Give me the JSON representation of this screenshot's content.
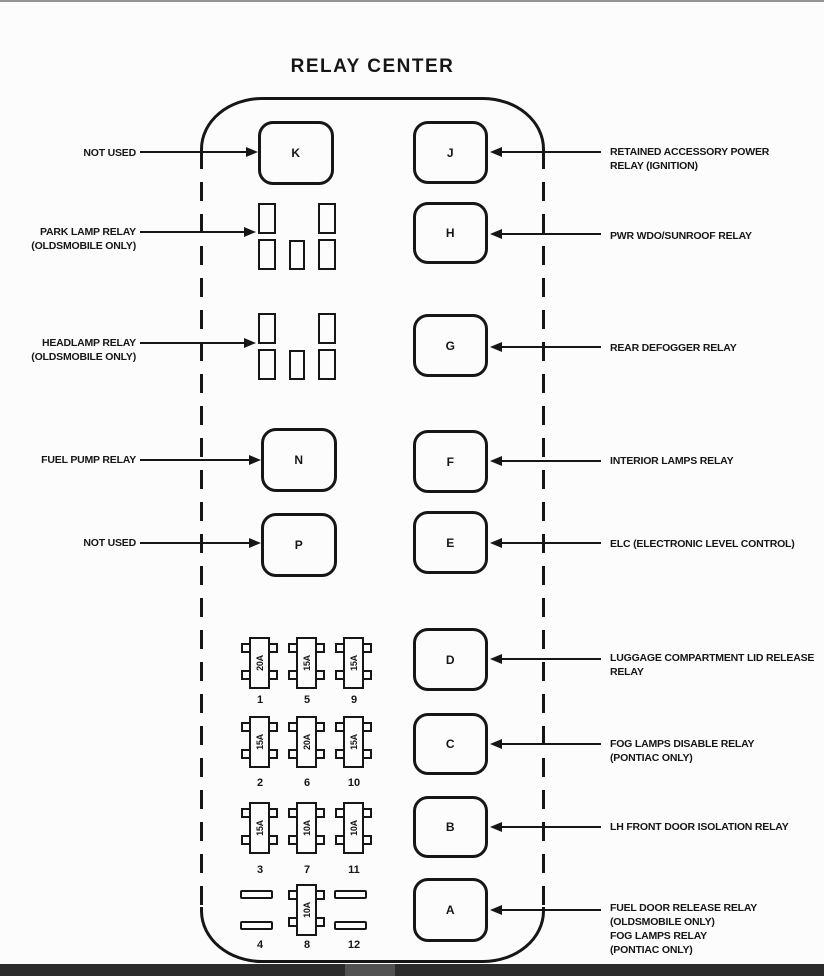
{
  "title": "RELAY CENTER",
  "colors": {
    "ink": "#161616",
    "paper": "#fcfcfc",
    "scrollbar_track": "#2b2b2b",
    "scrollbar_thumb": "#515151",
    "top_edge_line": "#959595"
  },
  "relays": {
    "left": [
      {
        "letter": "K"
      },
      {
        "letter": "N"
      },
      {
        "letter": "P"
      }
    ],
    "right": [
      {
        "letter": "J"
      },
      {
        "letter": "H"
      },
      {
        "letter": "G"
      },
      {
        "letter": "F"
      },
      {
        "letter": "E"
      },
      {
        "letter": "D"
      },
      {
        "letter": "C"
      },
      {
        "letter": "B"
      },
      {
        "letter": "A"
      }
    ]
  },
  "left_labels": [
    {
      "points_to": "K",
      "lines": [
        "NOT USED"
      ]
    },
    {
      "points_to": "park-lamp-sockets",
      "lines": [
        "PARK LAMP RELAY",
        "(OLDSMOBILE ONLY)"
      ]
    },
    {
      "points_to": "headlamp-sockets",
      "lines": [
        "HEADLAMP RELAY",
        "(OLDSMOBILE ONLY)"
      ]
    },
    {
      "points_to": "N",
      "lines": [
        "FUEL PUMP RELAY"
      ]
    },
    {
      "points_to": "P",
      "lines": [
        "NOT USED"
      ]
    }
  ],
  "right_labels": [
    {
      "points_to": "J",
      "lines": [
        "RETAINED ACCESSORY POWER",
        "RELAY (IGNITION)"
      ]
    },
    {
      "points_to": "H",
      "lines": [
        "PWR WDO/SUNROOF RELAY"
      ]
    },
    {
      "points_to": "G",
      "lines": [
        "REAR DEFOGGER RELAY"
      ]
    },
    {
      "points_to": "F",
      "lines": [
        "INTERIOR LAMPS RELAY"
      ]
    },
    {
      "points_to": "E",
      "lines": [
        "ELC (ELECTRONIC LEVEL CONTROL)"
      ]
    },
    {
      "points_to": "D",
      "lines": [
        "LUGGAGE COMPARTMENT LID RELEASE",
        "RELAY"
      ]
    },
    {
      "points_to": "C",
      "lines": [
        "FOG LAMPS DISABLE RELAY",
        "(PONTIAC ONLY)"
      ]
    },
    {
      "points_to": "B",
      "lines": [
        "LH FRONT DOOR ISOLATION RELAY"
      ]
    },
    {
      "points_to": "A",
      "lines": [
        "FUEL DOOR RELEASE RELAY",
        "(OLDSMOBILE ONLY)",
        "FOG LAMPS RELAY",
        "(PONTIAC ONLY)"
      ]
    }
  ],
  "fuses": {
    "rows": [
      [
        {
          "number": "1",
          "amp": "20A"
        },
        {
          "number": "5",
          "amp": "15A"
        },
        {
          "number": "9",
          "amp": "15A"
        }
      ],
      [
        {
          "number": "2",
          "amp": "15A"
        },
        {
          "number": "6",
          "amp": "20A"
        },
        {
          "number": "10",
          "amp": "15A"
        }
      ],
      [
        {
          "number": "3",
          "amp": "15A"
        },
        {
          "number": "7",
          "amp": "10A"
        },
        {
          "number": "11",
          "amp": "10A"
        }
      ],
      [
        {
          "number": "4",
          "empty": true
        },
        {
          "number": "8",
          "amp": "10A"
        },
        {
          "number": "12",
          "empty": true
        }
      ]
    ]
  }
}
